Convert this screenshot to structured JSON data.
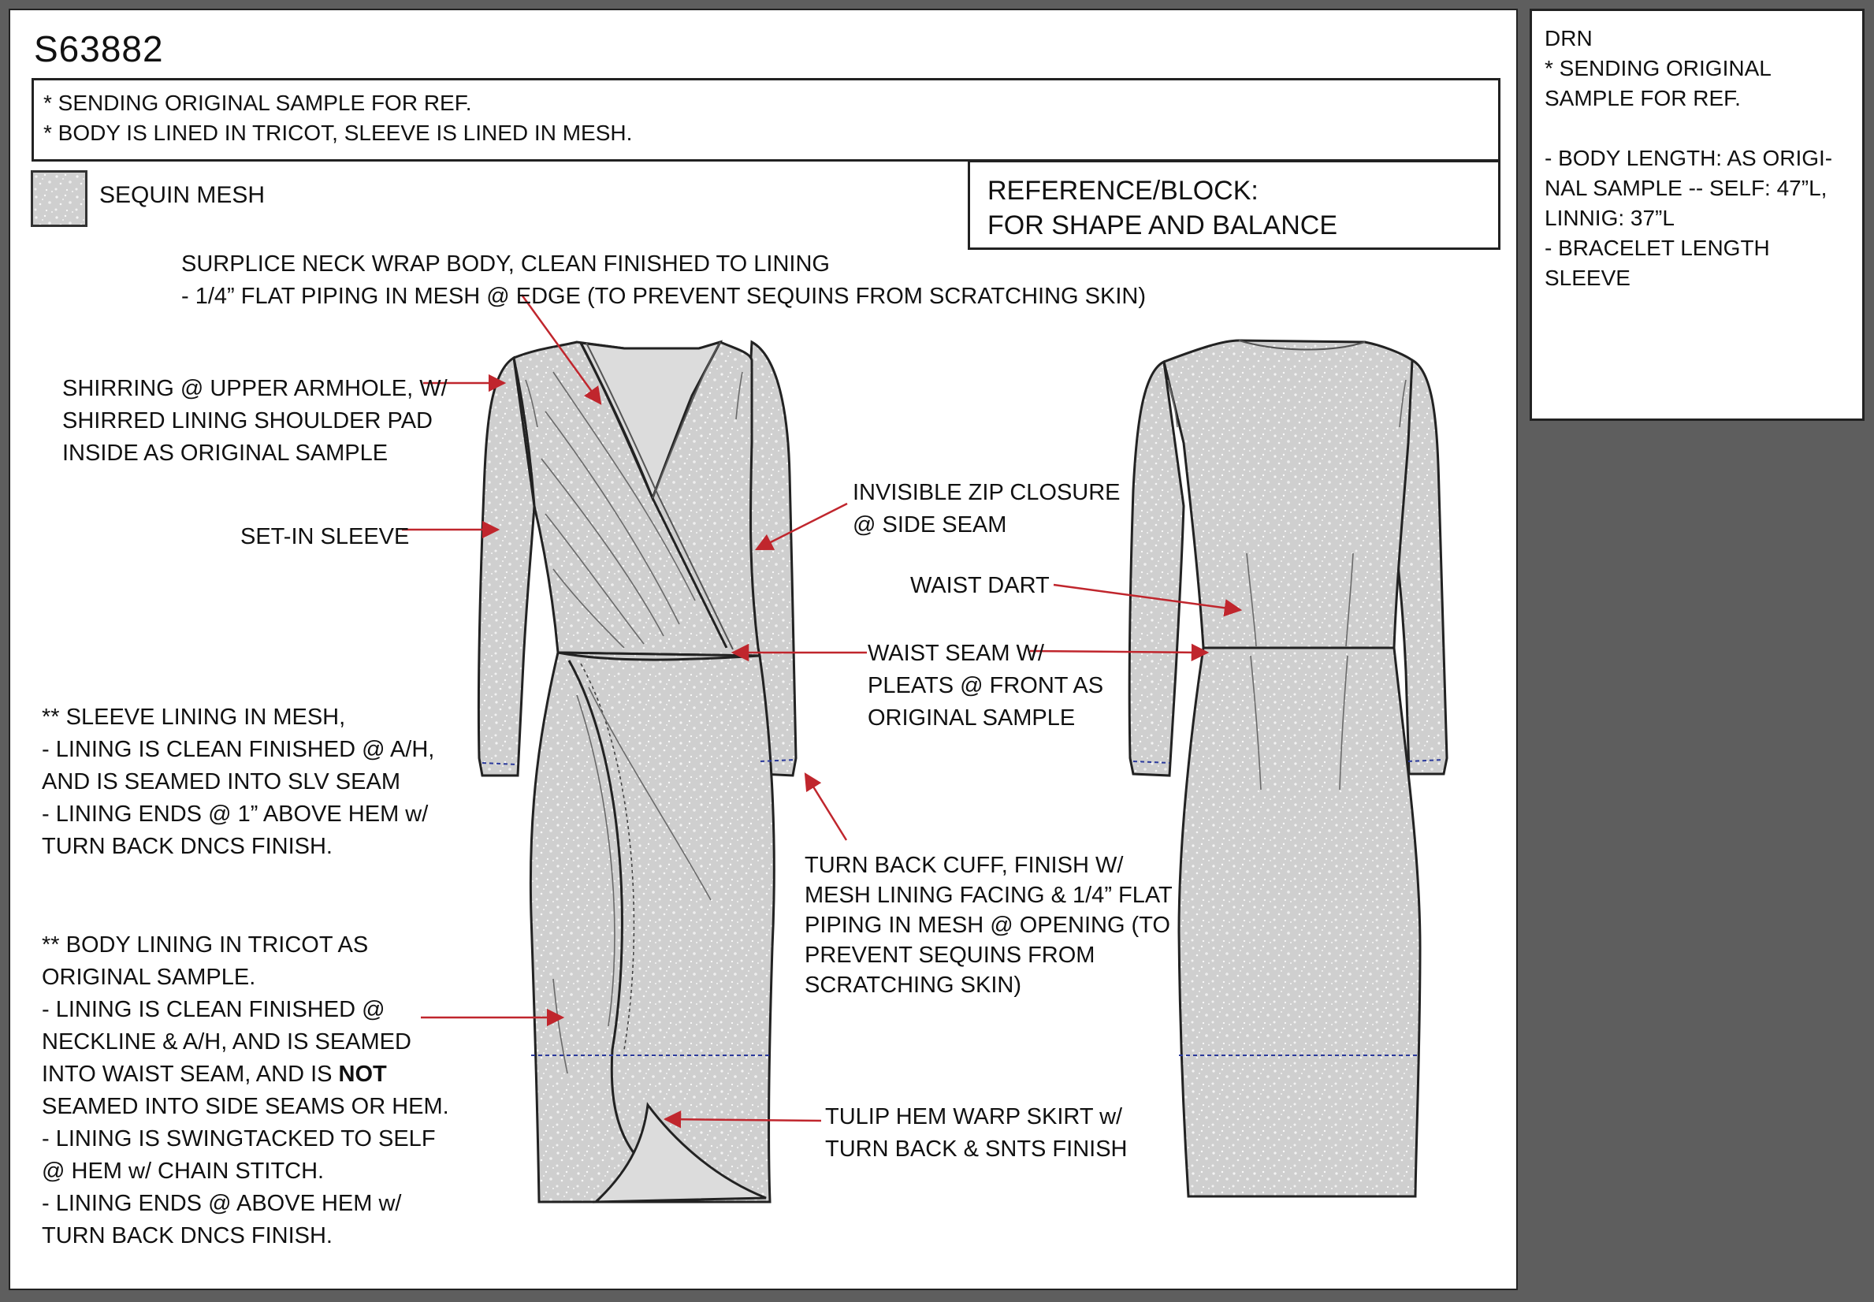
{
  "header": {
    "style_number": "S63882",
    "notes": [
      "* SENDING ORIGINAL SAMPLE FOR REF.",
      "* BODY IS LINED IN TRICOT, SLEEVE IS LINED IN MESH."
    ],
    "swatch_label": "SEQUIN MESH",
    "reference": [
      "REFERENCE/BLOCK:",
      "FOR SHAPE AND BALANCE"
    ]
  },
  "side_panel": {
    "lines": [
      "DRN",
      "* SENDING ORIGINAL",
      "SAMPLE FOR REF.",
      "",
      "- BODY LENGTH: AS ORIGI-",
      "NAL SAMPLE -- SELF: 47”L,",
      "LINNIG: 37”L",
      "- BRACELET LENGTH SLEEVE"
    ]
  },
  "callouts": {
    "neck": [
      "SURPLICE NECK WRAP BODY, CLEAN FINISHED TO LINING",
      "- 1/4” FLAT PIPING IN MESH @ EDGE (TO PREVENT SEQUINS FROM SCRATCHING SKIN)"
    ],
    "shirring": [
      "SHIRRING @ UPPER ARMHOLE, W/",
      "SHIRRED LINING SHOULDER PAD",
      "INSIDE AS ORIGINAL SAMPLE"
    ],
    "sleeve": [
      "SET-IN SLEEVE"
    ],
    "zip": [
      "INVISIBLE ZIP CLOSURE",
      "@ SIDE SEAM"
    ],
    "dart": [
      "WAIST DART"
    ],
    "waist": [
      "WAIST SEAM  W/",
      "PLEATS @ FRONT AS",
      "ORIGINAL SAMPLE"
    ],
    "sleeve_lining": [
      "** SLEEVE LINING IN MESH,",
      "- LINING IS CLEAN FINISHED @ A/H,",
      "AND IS SEAMED INTO SLV SEAM",
      "- LINING ENDS @ 1” ABOVE HEM w/",
      "TURN BACK DNCS FINISH."
    ],
    "cuff": [
      "TURN BACK CUFF, FINISH W/",
      "MESH LINING FACING & 1/4” FLAT",
      "PIPING IN MESH @ OPENING (TO",
      "PREVENT SEQUINS FROM",
      "SCRATCHING SKIN)"
    ],
    "body_lining": {
      "l1": "** BODY LINING IN TRICOT AS",
      "l2": "ORIGINAL SAMPLE.",
      "l3": "- LINING IS CLEAN FINISHED @",
      "l4": "NECKLINE & A/H, AND IS SEAMED",
      "l5a": "INTO WAIST SEAM, AND IS ",
      "l5b": "NOT",
      "l6": "SEAMED INTO SIDE SEAMS OR HEM.",
      "l7": "- LINING IS SWINGTACKED TO SELF",
      "l8": "@ HEM w/ CHAIN STITCH.",
      "l9": "- LINING ENDS @ ABOVE HEM w/",
      "l10": "TURN BACK DNCS FINISH."
    },
    "hem": [
      "TULIP HEM WARP SKIRT w/",
      "TURN BACK & SNTS FINISH"
    ]
  },
  "colors": {
    "arrow": "#c0262d",
    "fabric": "#d2d2d2",
    "stitch": "#2b3a9c",
    "outline": "#222222"
  }
}
